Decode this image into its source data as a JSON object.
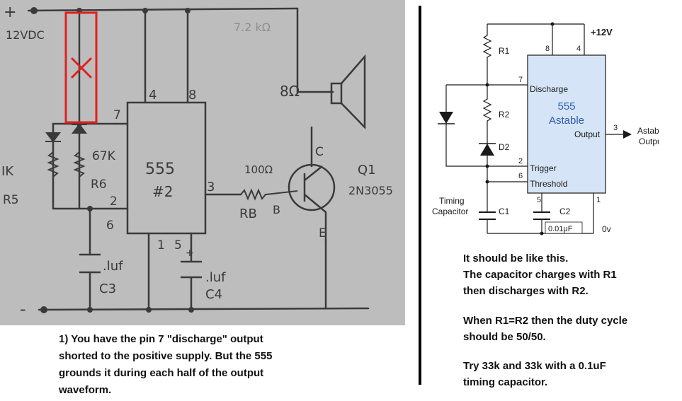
{
  "left": {
    "labels": {
      "supply_plus": "+",
      "supply_v": "12VDC",
      "supply_minus": "-",
      "r5_val": "IK",
      "r5_name": "R5",
      "r6_val": "67K",
      "r6_name": "R6",
      "ic_name": "555",
      "ic_num": "#2",
      "pin4": "4",
      "pin8": "8",
      "pin7": "7",
      "pin2": "2",
      "pin6": "6",
      "pin1": "1",
      "pin5": "5",
      "pin3": "3",
      "c3_val": ".luf",
      "c3_name": "C3",
      "c4_val": ".luf",
      "c4_name": "C4",
      "c4_plus": "+",
      "rb_val": "100Ω",
      "rb_name": "RB",
      "rb_b": "B",
      "speaker_val": "8Ω",
      "transistor_name": "Q1",
      "transistor_part": "2N3055",
      "c_label": "C",
      "e_label": "E",
      "faint_top": "7.2 kΩ"
    },
    "note": [
      "1) You have the pin 7 \"discharge\" output",
      "shorted to the positive supply. But the 555",
      "grounds it during each half of the output",
      "waveform."
    ]
  },
  "diagram": {
    "supply": "+12V",
    "r1": "R1",
    "r2": "R2",
    "d2": "D2",
    "ic_line1": "555",
    "ic_line2": "Astable",
    "discharge": "Discharge",
    "output": "Output",
    "trigger": "Trigger",
    "threshold": "Threshold",
    "pin8": "8",
    "pin4": "4",
    "pin7": "7",
    "pin3": "3",
    "pin2": "2",
    "pin6": "6",
    "pin5": "5",
    "pin1": "1",
    "astable_out_1": "Astable",
    "astable_out_2": "Output",
    "timing_1": "Timing",
    "timing_2": "Capacitor",
    "c1": "C1",
    "c2": "C2",
    "c2_val": "0.01μF",
    "ov": "0v"
  },
  "right_notes": {
    "note1": [
      "It should be like this.",
      "The capacitor charges with R1",
      "then discharges with R2."
    ],
    "note2": [
      "When R1=R2 then the duty cycle",
      "should be 50/50."
    ],
    "note3": [
      "Try 33k and 33k with a 0.1uF",
      "timing capacitor."
    ]
  },
  "colors": {
    "photo_bg": "#bdbdbd",
    "pencil": "#3a3a3a",
    "red_marker": "#e02020",
    "ic_fill": "#d6e4f7",
    "diagram_blue": "#2a5db0"
  }
}
